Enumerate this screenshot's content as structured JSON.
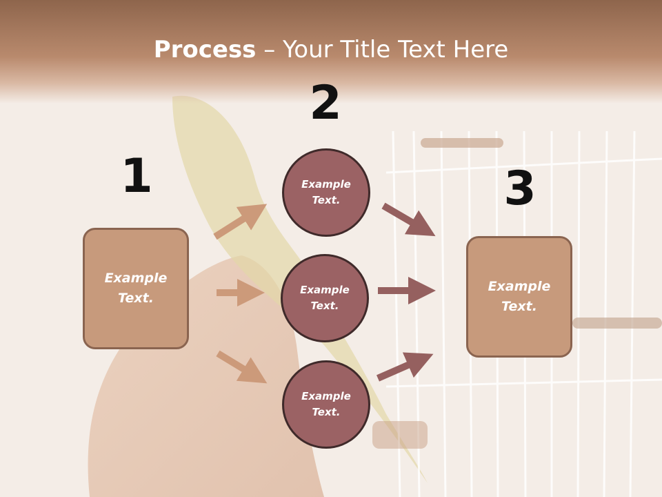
{
  "title": {
    "bold": "Process",
    "rest": " – Your Title Text Here"
  },
  "numbers": {
    "n1": "1",
    "n2": "2",
    "n3": "3"
  },
  "left_box": {
    "text": "Example Text."
  },
  "right_box": {
    "text": "Example Text."
  },
  "circles": [
    {
      "text": "Example Text."
    },
    {
      "text": "Example Text."
    },
    {
      "text": "Example Text."
    }
  ],
  "colors": {
    "box_fill": "#c79a7c",
    "circle_fill": "#9b6264",
    "arrow_left": "#cc9a7a",
    "arrow_right": "#95605f"
  }
}
